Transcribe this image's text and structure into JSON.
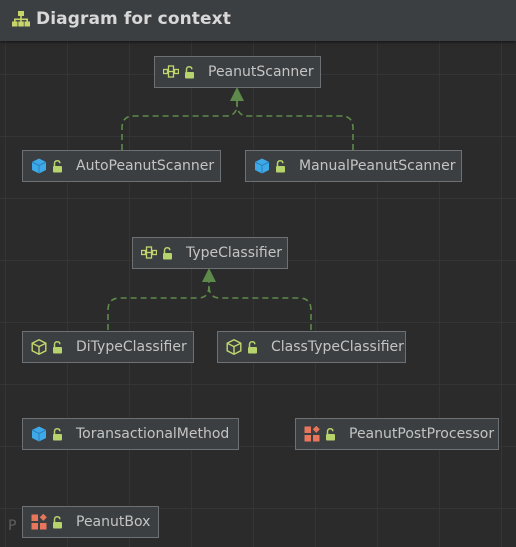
{
  "header": {
    "title": "Diagram for context",
    "icon": "hierarchy-icon"
  },
  "nodes": {
    "peanut_scanner": {
      "label": "PeanutScanner",
      "kind": "interface"
    },
    "auto_peanut_scanner": {
      "label": "AutoPeanutScanner",
      "kind": "component"
    },
    "manual_peanut_scanner": {
      "label": "ManualPeanutScanner",
      "kind": "component"
    },
    "type_classifier": {
      "label": "TypeClassifier",
      "kind": "interface"
    },
    "di_type_classifier": {
      "label": "DiTypeClassifier",
      "kind": "class"
    },
    "class_type_classifier": {
      "label": "ClassTypeClassifier",
      "kind": "class"
    },
    "toransactional_method": {
      "label": "ToransactionalMethod",
      "kind": "component"
    },
    "peanut_post_processor": {
      "label": "PeanutPostProcessor",
      "kind": "annotation"
    },
    "peanut_box": {
      "label": "PeanutBox",
      "kind": "annotation"
    }
  },
  "edges": [
    {
      "from": "AutoPeanutScanner",
      "to": "PeanutScanner",
      "type": "implements"
    },
    {
      "from": "ManualPeanutScanner",
      "to": "PeanutScanner",
      "type": "implements"
    },
    {
      "from": "DiTypeClassifier",
      "to": "TypeClassifier",
      "type": "implements"
    },
    {
      "from": "ClassTypeClassifier",
      "to": "TypeClassifier",
      "type": "implements"
    }
  ],
  "colors": {
    "background": "#2b2b2b",
    "grid": "#333537",
    "node_fill": "#3c3f41",
    "node_border": "#6e7174",
    "edge": "#5d8a4a",
    "interface_icon": "#c3d66d",
    "component_icon": "#3ea9e8",
    "annotation_icon": "#e8765a",
    "lock_icon": "#b7d36b"
  },
  "footer_partial_text": "P"
}
